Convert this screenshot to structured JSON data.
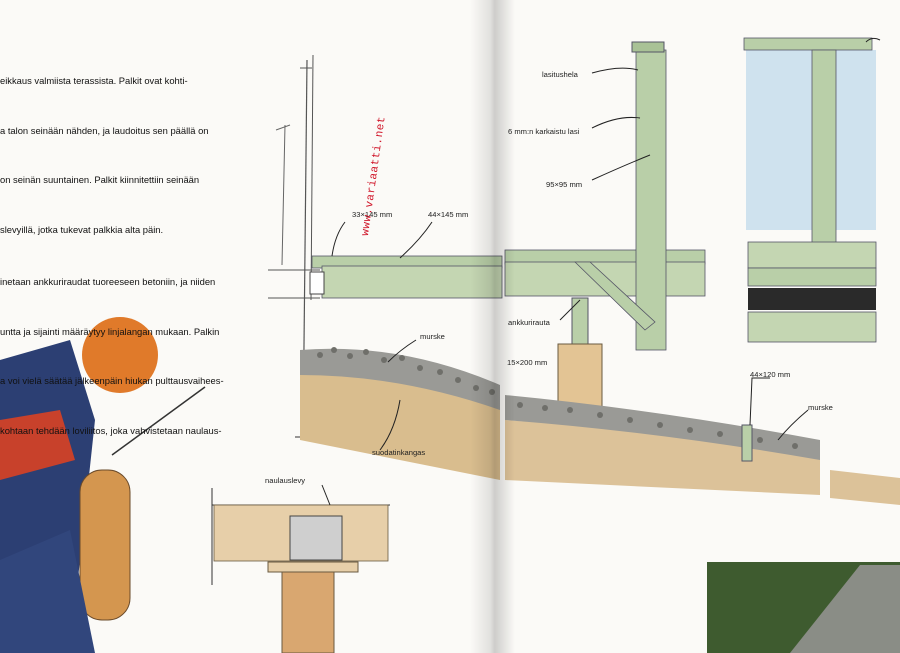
{
  "left_page": {
    "top_text": [
      "eikkaus valmiista terassista. Palkit ovat kohti-",
      "a talon seinään nähden, ja laudoitus sen päällä on",
      "on seinän suuntainen. Palkit kiinnitettiin seinään",
      "slevyillä, jotka tukevat palkkia alta päin."
    ],
    "mid_text": [
      "inetaan ankkuriraudat tuoreeseen betoniin, ja niiden",
      "untta ja sijainti määräytyy linjalangan mukaan. Palkin",
      "a voi vielä säätää jälkeenpäin hiukan pulttausvaihees-",
      "kohtaan tehdään loviliitos, joka vahvistetaan naulaus-"
    ]
  },
  "labels": {
    "dim_33x145": "33×145 mm",
    "dim_44x145": "44×145 mm",
    "murske_left": "murske",
    "suodatinkangas": "suodatinkangas",
    "naulauslevy": "naulauslevy",
    "lasitushela": "lasitushela",
    "lasi": "6 mm:n karkaistu lasi",
    "dim_95x95": "95×95 mm",
    "ankkurirauta": "ankkurirauta",
    "dim_200": "15×200 mm",
    "dim_44x120": "44×120 mm",
    "murske_right": "murske"
  },
  "watermark": "www.variaatti.net",
  "colors": {
    "paper": "#fbfaf7",
    "wood_green": "#b9cfa8",
    "wood_tan": "#e7cfa9",
    "soil": "#d8b98a",
    "gravel": "#8f8f8f",
    "sky": "#cfe2ee",
    "watermark": "#d0162a"
  }
}
